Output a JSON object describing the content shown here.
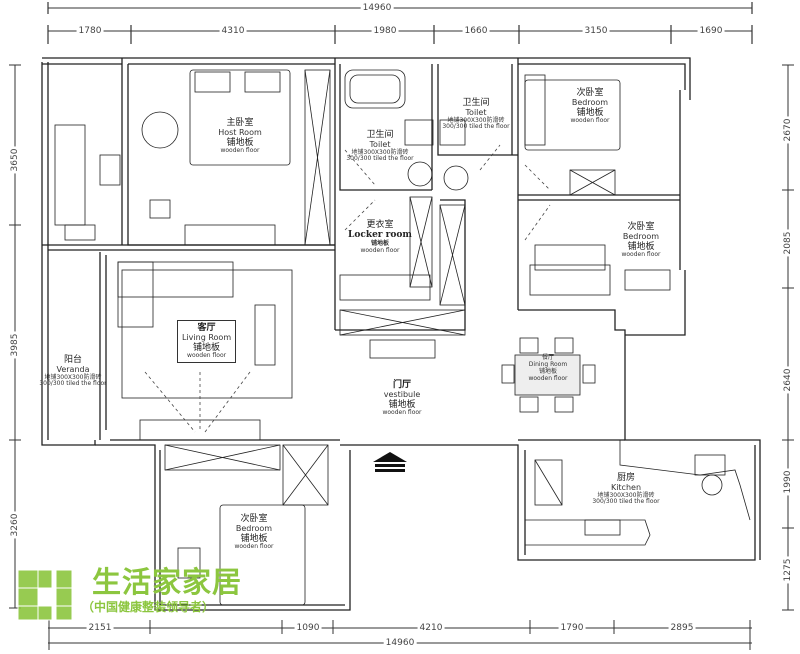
{
  "dimensions": {
    "top_total": "14960",
    "top": [
      "1780",
      "4310",
      "1980",
      "1660",
      "3150",
      "1690"
    ],
    "bottom_total": "14960",
    "bottom": [
      "2151",
      "1090",
      "4210",
      "1790",
      "2895"
    ],
    "left": [
      "3650",
      "3985",
      "3260"
    ],
    "right": [
      "2670",
      "2085",
      "2640",
      "1990",
      "1275"
    ]
  },
  "rooms": {
    "master": {
      "cn": "主卧室",
      "en": "Host Room",
      "floor_cn": "铺地板",
      "floor_en": "wooden floor"
    },
    "toilet1": {
      "cn": "卫生间",
      "en": "Toilet",
      "floor_cn": "地铺300X300防滑砖",
      "floor_en": "300/300 tiled the floor"
    },
    "toilet2": {
      "cn": "卫生间",
      "en": "Toilet",
      "floor_cn": "地铺300X300防滑砖",
      "floor_en": "300/300 tiled the floor"
    },
    "bedroom1": {
      "cn": "次卧室",
      "en": "Bedroom",
      "floor_cn": "铺地板",
      "floor_en": "wooden floor"
    },
    "bedroom2": {
      "cn": "次卧室",
      "en": "Bedroom",
      "floor_cn": "铺地板",
      "floor_en": "wooden floor"
    },
    "locker": {
      "cn": "更衣室",
      "en": "Locker room",
      "floor_cn": "铺地板",
      "floor_en": "wooden floor"
    },
    "living": {
      "cn": "客厅",
      "en": "Living Room",
      "floor_cn": "铺地板",
      "floor_en": "wooden floor"
    },
    "veranda": {
      "cn": "阳台",
      "en": "Veranda",
      "floor_cn": "地铺300X300防滑砖",
      "floor_en": "300/300 tiled the floor"
    },
    "vestibule": {
      "cn": "门厅",
      "en": "vestibule",
      "floor_cn": "铺地板",
      "floor_en": "wooden floor"
    },
    "dining": {
      "cn": "餐厅",
      "en": "Dining Room",
      "floor_cn": "铺地板",
      "floor_en": "wooden floor"
    },
    "kitchen": {
      "cn": "厨房",
      "en": "Kitchen",
      "floor_cn": "地铺300X300防滑砖",
      "floor_en": "300/300 tiled the floor"
    },
    "bedroom3": {
      "cn": "次卧室",
      "en": "Bedroom",
      "floor_cn": "铺地板",
      "floor_en": "wooden floor"
    }
  },
  "watermark": {
    "title": "生活家家居",
    "subtitle": "（中国健康整装领导者）",
    "color": "#8cc63f"
  }
}
